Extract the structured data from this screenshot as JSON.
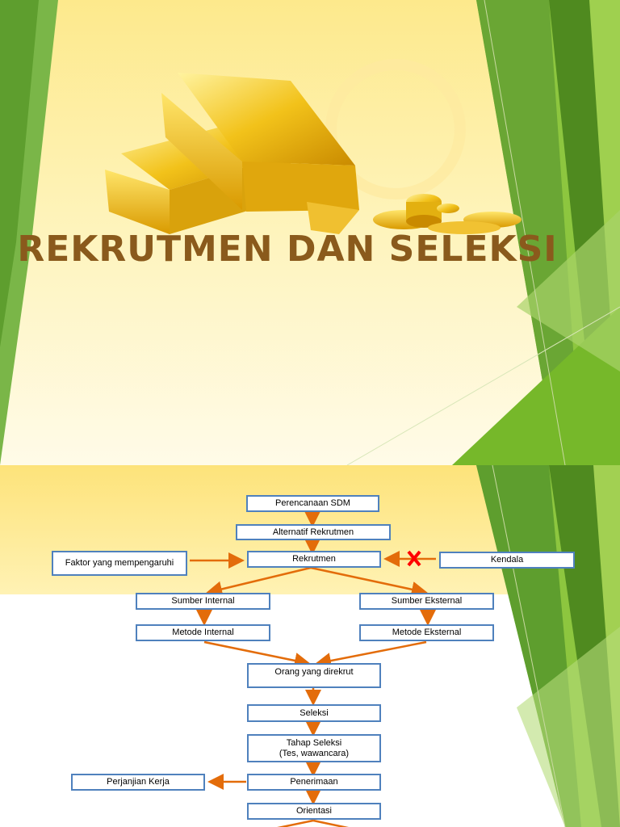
{
  "slide1": {
    "title": "REKRUTMEN DAN SELEKSI",
    "illustration": "gold-bars-and-coins-icon"
  },
  "slide2": {
    "boxes": {
      "perencanaan": "Perencanaan SDM",
      "alternatif": "Alternatif Rekrutmen",
      "faktor": "Faktor yang mempengaruhi",
      "rekrutmen": "Rekrutmen",
      "kendala": "Kendala",
      "sumber_internal": "Sumber Internal",
      "sumber_eksternal": "Sumber Eksternal",
      "metode_internal": "Metode Internal",
      "metode_eksternal": "Metode Eksternal",
      "orang": "Orang yang direkrut",
      "seleksi": "Seleksi",
      "tahap_line1": "Tahap Seleksi",
      "tahap_line2": "(Tes, wawancara)",
      "perjanjian": "Perjanjian Kerja",
      "penerimaan": "Penerimaan",
      "orientasi": "Orientasi"
    },
    "colors": {
      "box_border": "#4f81bd",
      "arrow": "#e36c0a",
      "block_mark": "#ff0000"
    }
  }
}
